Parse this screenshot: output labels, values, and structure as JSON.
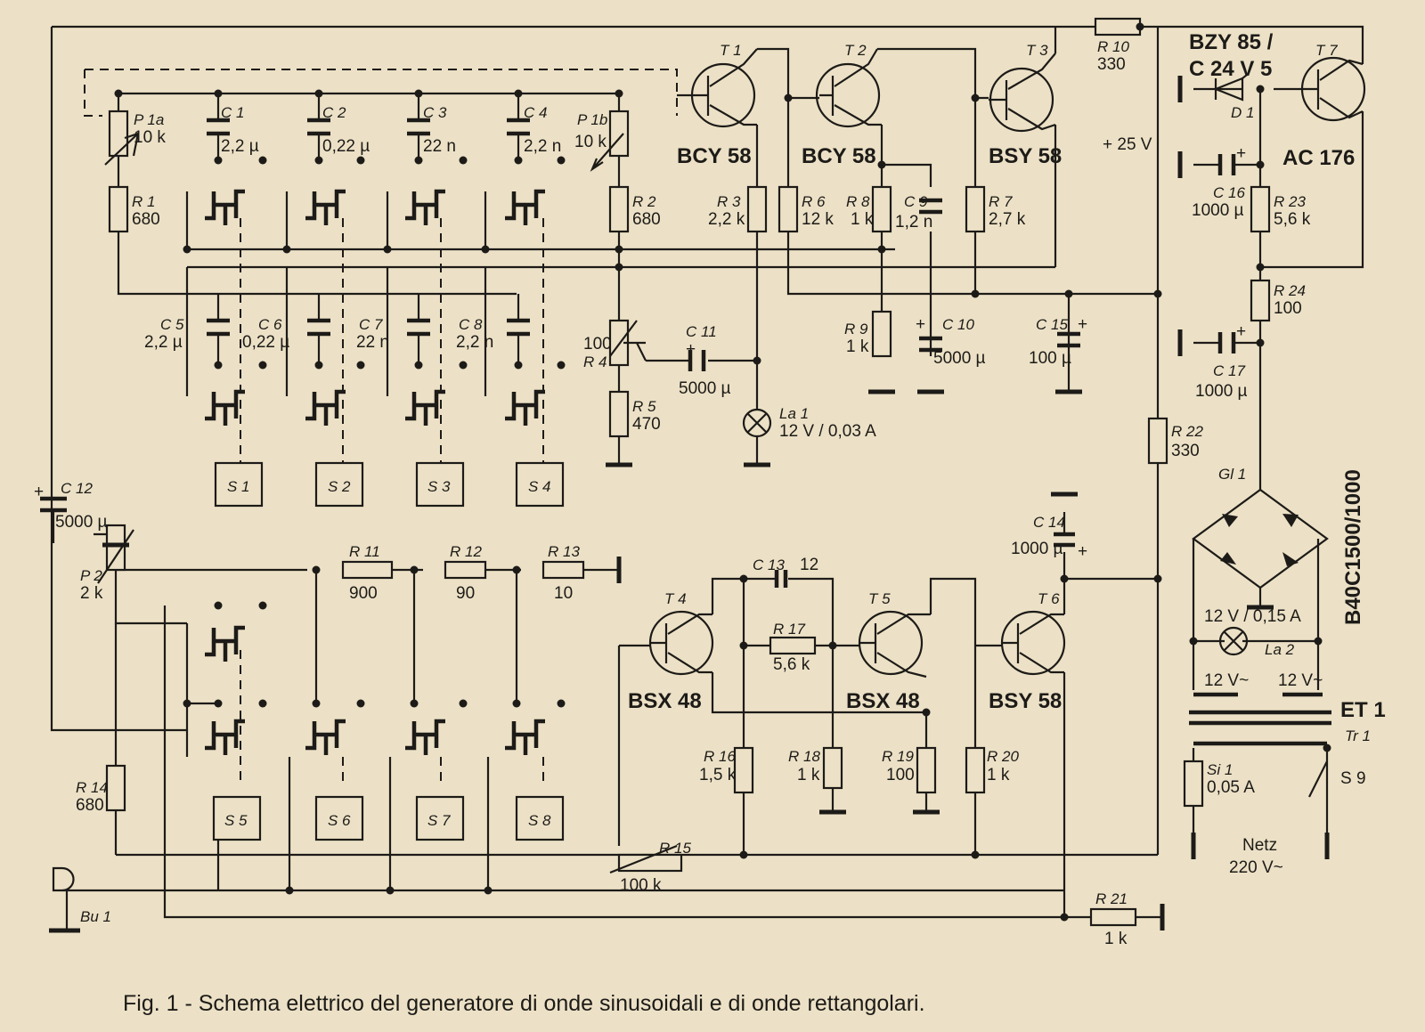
{
  "caption": "Fig. 1 - Schema elettrico del generatore di onde sinusoidali e di onde rettangolari.",
  "transistors": [
    {
      "id": "t1",
      "ref": "T 1",
      "type": "BCY 58"
    },
    {
      "id": "t2",
      "ref": "T 2",
      "type": "BCY 58"
    },
    {
      "id": "t3",
      "ref": "T 3",
      "type": "BSY 58"
    },
    {
      "id": "t4",
      "ref": "T 4",
      "type": "BSX 48"
    },
    {
      "id": "t5",
      "ref": "T 5",
      "type": "BSX 48"
    },
    {
      "id": "t6",
      "ref": "T 6",
      "type": "BSY 58"
    },
    {
      "id": "t7",
      "ref": "T 7",
      "type": "AC 176"
    }
  ],
  "resistors": [
    {
      "id": "r1",
      "ref": "R 1",
      "value": "680"
    },
    {
      "id": "r2",
      "ref": "R 2",
      "value": "680"
    },
    {
      "id": "r3",
      "ref": "R 3",
      "value": "2,2 k"
    },
    {
      "id": "r4",
      "ref": "R 4",
      "value": "100"
    },
    {
      "id": "r5",
      "ref": "R 5",
      "value": "470"
    },
    {
      "id": "r6",
      "ref": "R 6",
      "value": "12 k"
    },
    {
      "id": "r7",
      "ref": "R 7",
      "value": "2,7 k"
    },
    {
      "id": "r8",
      "ref": "R 8",
      "value": "1 k"
    },
    {
      "id": "r9",
      "ref": "R 9",
      "value": "1 k"
    },
    {
      "id": "r10",
      "ref": "R 10",
      "value": "330"
    },
    {
      "id": "r11",
      "ref": "R 11",
      "value": "900"
    },
    {
      "id": "r12",
      "ref": "R 12",
      "value": "90"
    },
    {
      "id": "r13",
      "ref": "R 13",
      "value": "10"
    },
    {
      "id": "r14",
      "ref": "R 14",
      "value": "680"
    },
    {
      "id": "r15",
      "ref": "R 15",
      "value": "100 k"
    },
    {
      "id": "r16",
      "ref": "R 16",
      "value": "1,5 k"
    },
    {
      "id": "r17",
      "ref": "R 17",
      "value": "5,6 k"
    },
    {
      "id": "r18",
      "ref": "R 18",
      "value": "1 k"
    },
    {
      "id": "r19",
      "ref": "R 19",
      "value": "100"
    },
    {
      "id": "r20",
      "ref": "R 20",
      "value": "1 k"
    },
    {
      "id": "r21",
      "ref": "R 21",
      "value": "1 k"
    },
    {
      "id": "r22",
      "ref": "R 22",
      "value": "330"
    },
    {
      "id": "r23",
      "ref": "R 23",
      "value": "5,6 k"
    },
    {
      "id": "r24",
      "ref": "R 24",
      "value": "100"
    }
  ],
  "potentiometers": [
    {
      "id": "p1a",
      "ref": "P 1a",
      "value": "10 k"
    },
    {
      "id": "p1b",
      "ref": "P 1b",
      "value": "10 k"
    },
    {
      "id": "p2",
      "ref": "P 2",
      "value": "2 k"
    }
  ],
  "capacitors": [
    {
      "id": "c1",
      "ref": "C 1",
      "value": "2,2 µ"
    },
    {
      "id": "c2",
      "ref": "C 2",
      "value": "0,22 µ"
    },
    {
      "id": "c3",
      "ref": "C 3",
      "value": "22 n"
    },
    {
      "id": "c4",
      "ref": "C 4",
      "value": "2,2 n"
    },
    {
      "id": "c5",
      "ref": "C 5",
      "value": "2,2 µ"
    },
    {
      "id": "c6",
      "ref": "C 6",
      "value": "0,22 µ"
    },
    {
      "id": "c7",
      "ref": "C 7",
      "value": "22 n"
    },
    {
      "id": "c8",
      "ref": "C 8",
      "value": "2,2 n"
    },
    {
      "id": "c9",
      "ref": "C 9",
      "value": "1,2 n"
    },
    {
      "id": "c10",
      "ref": "C 10",
      "value": "5000 µ"
    },
    {
      "id": "c11",
      "ref": "C 11",
      "value": "5000 µ"
    },
    {
      "id": "c12",
      "ref": "C 12",
      "value": "5000 µ"
    },
    {
      "id": "c13",
      "ref": "C 13",
      "value": "12"
    },
    {
      "id": "c14",
      "ref": "C 14",
      "value": "1000 µ"
    },
    {
      "id": "c15",
      "ref": "C 15",
      "value": "100 µ"
    },
    {
      "id": "c16",
      "ref": "C 16",
      "value": "1000 µ"
    },
    {
      "id": "c17",
      "ref": "C 17",
      "value": "1000 µ"
    }
  ],
  "switches": [
    "S 1",
    "S 2",
    "S 3",
    "S 4",
    "S 5",
    "S 6",
    "S 7",
    "S 8"
  ],
  "power": {
    "zener_type": "BZY 85 /",
    "zener_rating": "C 24 V 5",
    "zener_ref": "D 1",
    "supply": "+ 25 V",
    "bridge": "B40C1500/1000",
    "bridge_ref": "Gl 1",
    "lamp2_rating": "12 V / 0,15 A",
    "lamp2_ref": "La 2",
    "winding_left": "12 V~",
    "winding_right": "12 V~",
    "transformer": "ET 1",
    "transformer_ref": "Tr 1",
    "fuse_ref": "Si 1",
    "fuse_rating": "0,05 A",
    "switch_ref": "S 9",
    "mains_label": "Netz",
    "mains_voltage": "220 V~"
  },
  "lamp1": {
    "ref": "La 1",
    "rating": "12 V / 0,03 A"
  },
  "socket_ref": "Bu 1",
  "plus_sign": "+"
}
